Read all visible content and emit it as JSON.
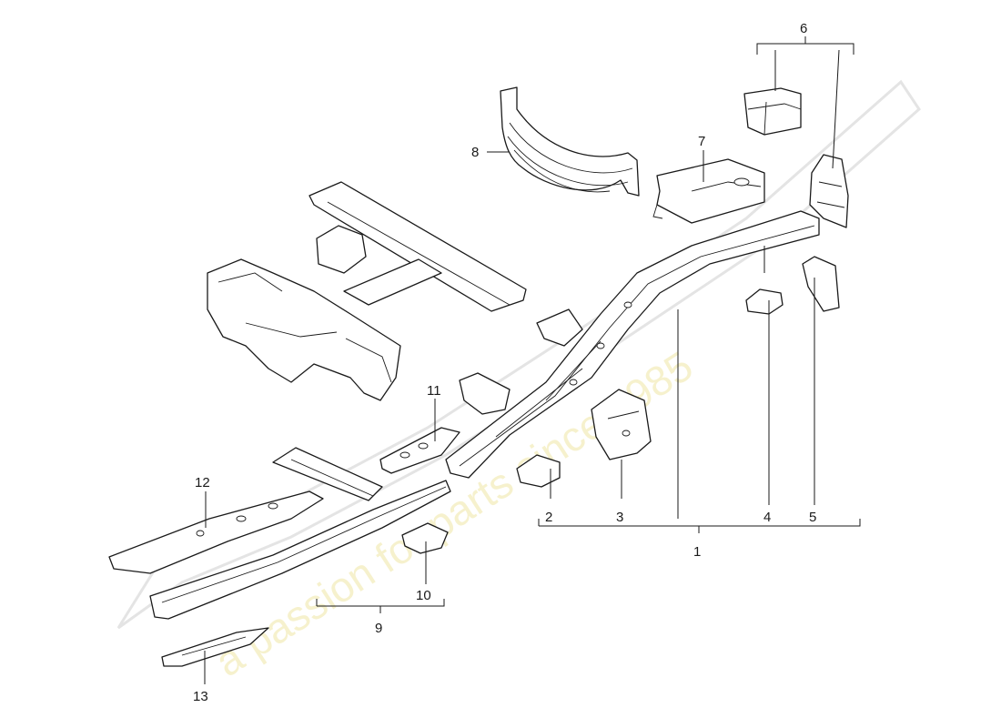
{
  "watermark": {
    "slogan": "a passion for parts since 1985",
    "color": "#efe7a6"
  },
  "callouts": [
    {
      "id": "1",
      "label": "1"
    },
    {
      "id": "2",
      "label": "2"
    },
    {
      "id": "3",
      "label": "3"
    },
    {
      "id": "4",
      "label": "4"
    },
    {
      "id": "5",
      "label": "5"
    },
    {
      "id": "6",
      "label": "6"
    },
    {
      "id": "7",
      "label": "7"
    },
    {
      "id": "8",
      "label": "8"
    },
    {
      "id": "9",
      "label": "9"
    },
    {
      "id": "10",
      "label": "10"
    },
    {
      "id": "11",
      "label": "11"
    },
    {
      "id": "12",
      "label": "12"
    },
    {
      "id": "13",
      "label": "13"
    }
  ]
}
